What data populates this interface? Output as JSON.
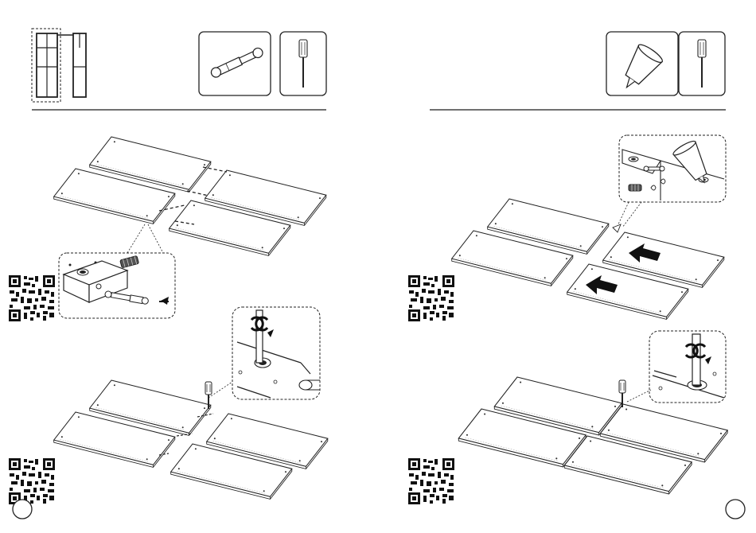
{
  "document": {
    "type": "furniture-assembly-instructions",
    "left_page": {
      "tools": [
        "cam-dowel-icon",
        "screwdriver-icon"
      ],
      "steps": [
        {
          "name": "insert-cam-dowels",
          "callout": "cam-dowel-detail"
        },
        {
          "name": "tighten-cam-locks",
          "callout": "screwdriver-rotation-detail"
        }
      ],
      "qr_codes": 2,
      "page_number": ""
    },
    "right_page": {
      "tools": [
        "glue-bottle-icon",
        "screwdriver-icon"
      ],
      "steps": [
        {
          "name": "glue-and-join-panels",
          "callout": "glue-dowel-detail",
          "arrows": 2
        },
        {
          "name": "tighten-joined-panels",
          "callout": "screwdriver-rotation-detail"
        }
      ],
      "qr_codes": 2,
      "page_number": ""
    }
  },
  "colors": {
    "ink": "#222222",
    "paper": "#ffffff",
    "rule": "#1a1a1a"
  }
}
